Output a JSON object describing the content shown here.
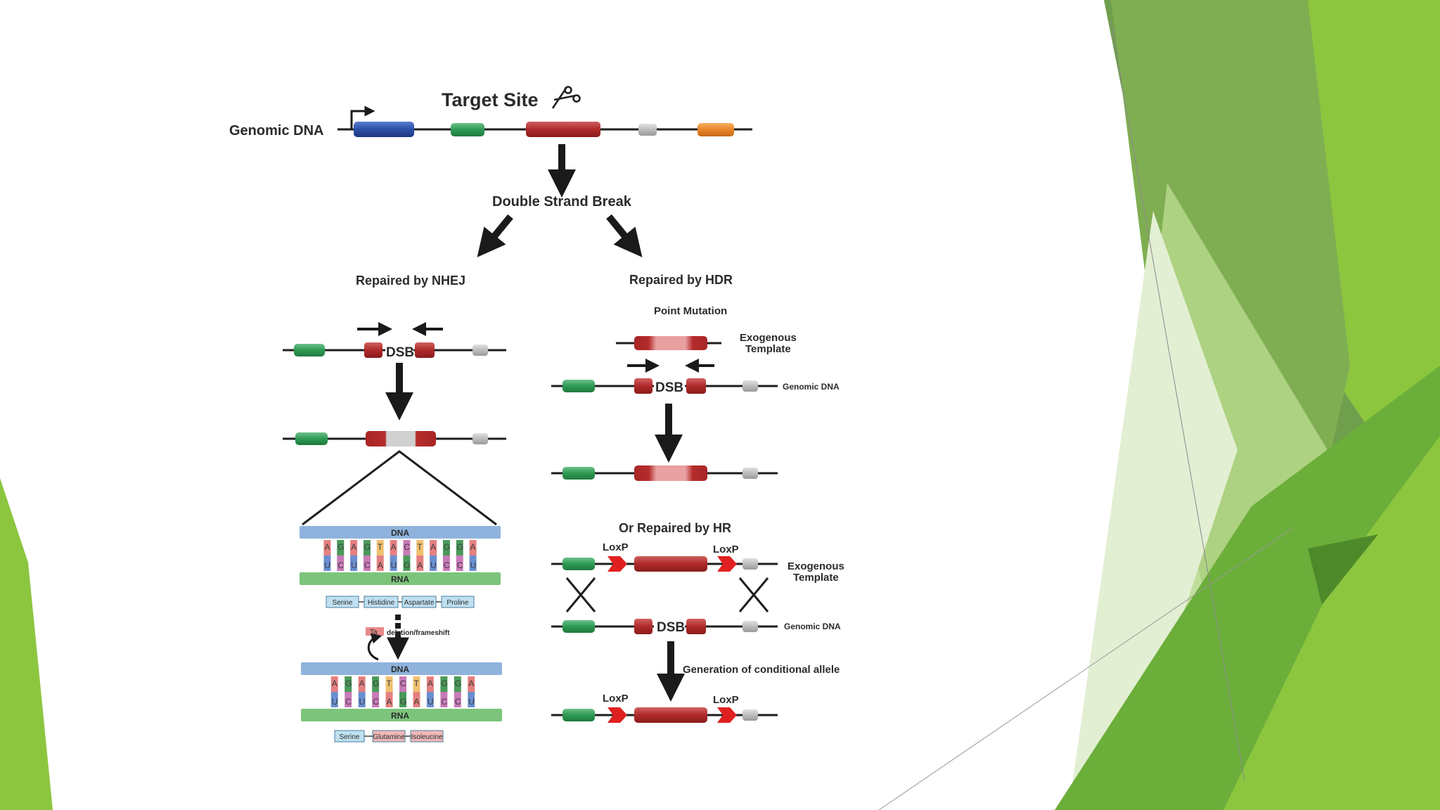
{
  "theme": {
    "slide_background": "#ffffff",
    "accent_greens": [
      "#6a9a48",
      "#8cc63f",
      "#7ab648",
      "#b5d88a",
      "#dcebc5",
      "#4e8a2a"
    ],
    "dna_line": "#1e1e1e",
    "arrow": "#1a1a1a"
  },
  "diagram": {
    "title": "Target Site",
    "genomic_dna_label": "Genomic DNA",
    "double_strand_break": "Double Strand Break",
    "nhej_label": "Repaired by NHEJ",
    "hdr_label": "Repaired by HDR",
    "dsb": "DSB",
    "point_mutation": "Point Mutation",
    "exogenous_template": [
      "Exogenous",
      "Template"
    ],
    "genomic_dna_small": "Genomic DNA",
    "hr_label": "Or Repaired by HR",
    "loxp": "LoxP",
    "conditional_allele": "Generation of conditional allele",
    "dna_bar": "DNA",
    "rna_bar": "RNA",
    "dna_seq_before": [
      "A",
      "G",
      "A",
      "G",
      "T",
      "A",
      "C",
      "T",
      "A",
      "G",
      "G",
      "A"
    ],
    "rna_seq_before": [
      "U",
      "C",
      "U",
      "C",
      "A",
      "U",
      "G",
      "A",
      "U",
      "C",
      "C",
      "U"
    ],
    "dna_seq_after": [
      "A",
      "G",
      "A",
      "G",
      "T",
      "C",
      "T",
      "A",
      "G",
      "G",
      "A"
    ],
    "rna_seq_after": [
      "U",
      "C",
      "U",
      "C",
      "A",
      "G",
      "A",
      "U",
      "C",
      "C",
      "U"
    ],
    "amino_before": [
      "Serine",
      "Histidine",
      "Aspartate",
      "Proline"
    ],
    "amino_after": [
      "Serine",
      "Glutamine",
      "Isoleucine"
    ],
    "deletion_label": "deletion/frameshift",
    "deletion_chip": "Ta"
  }
}
